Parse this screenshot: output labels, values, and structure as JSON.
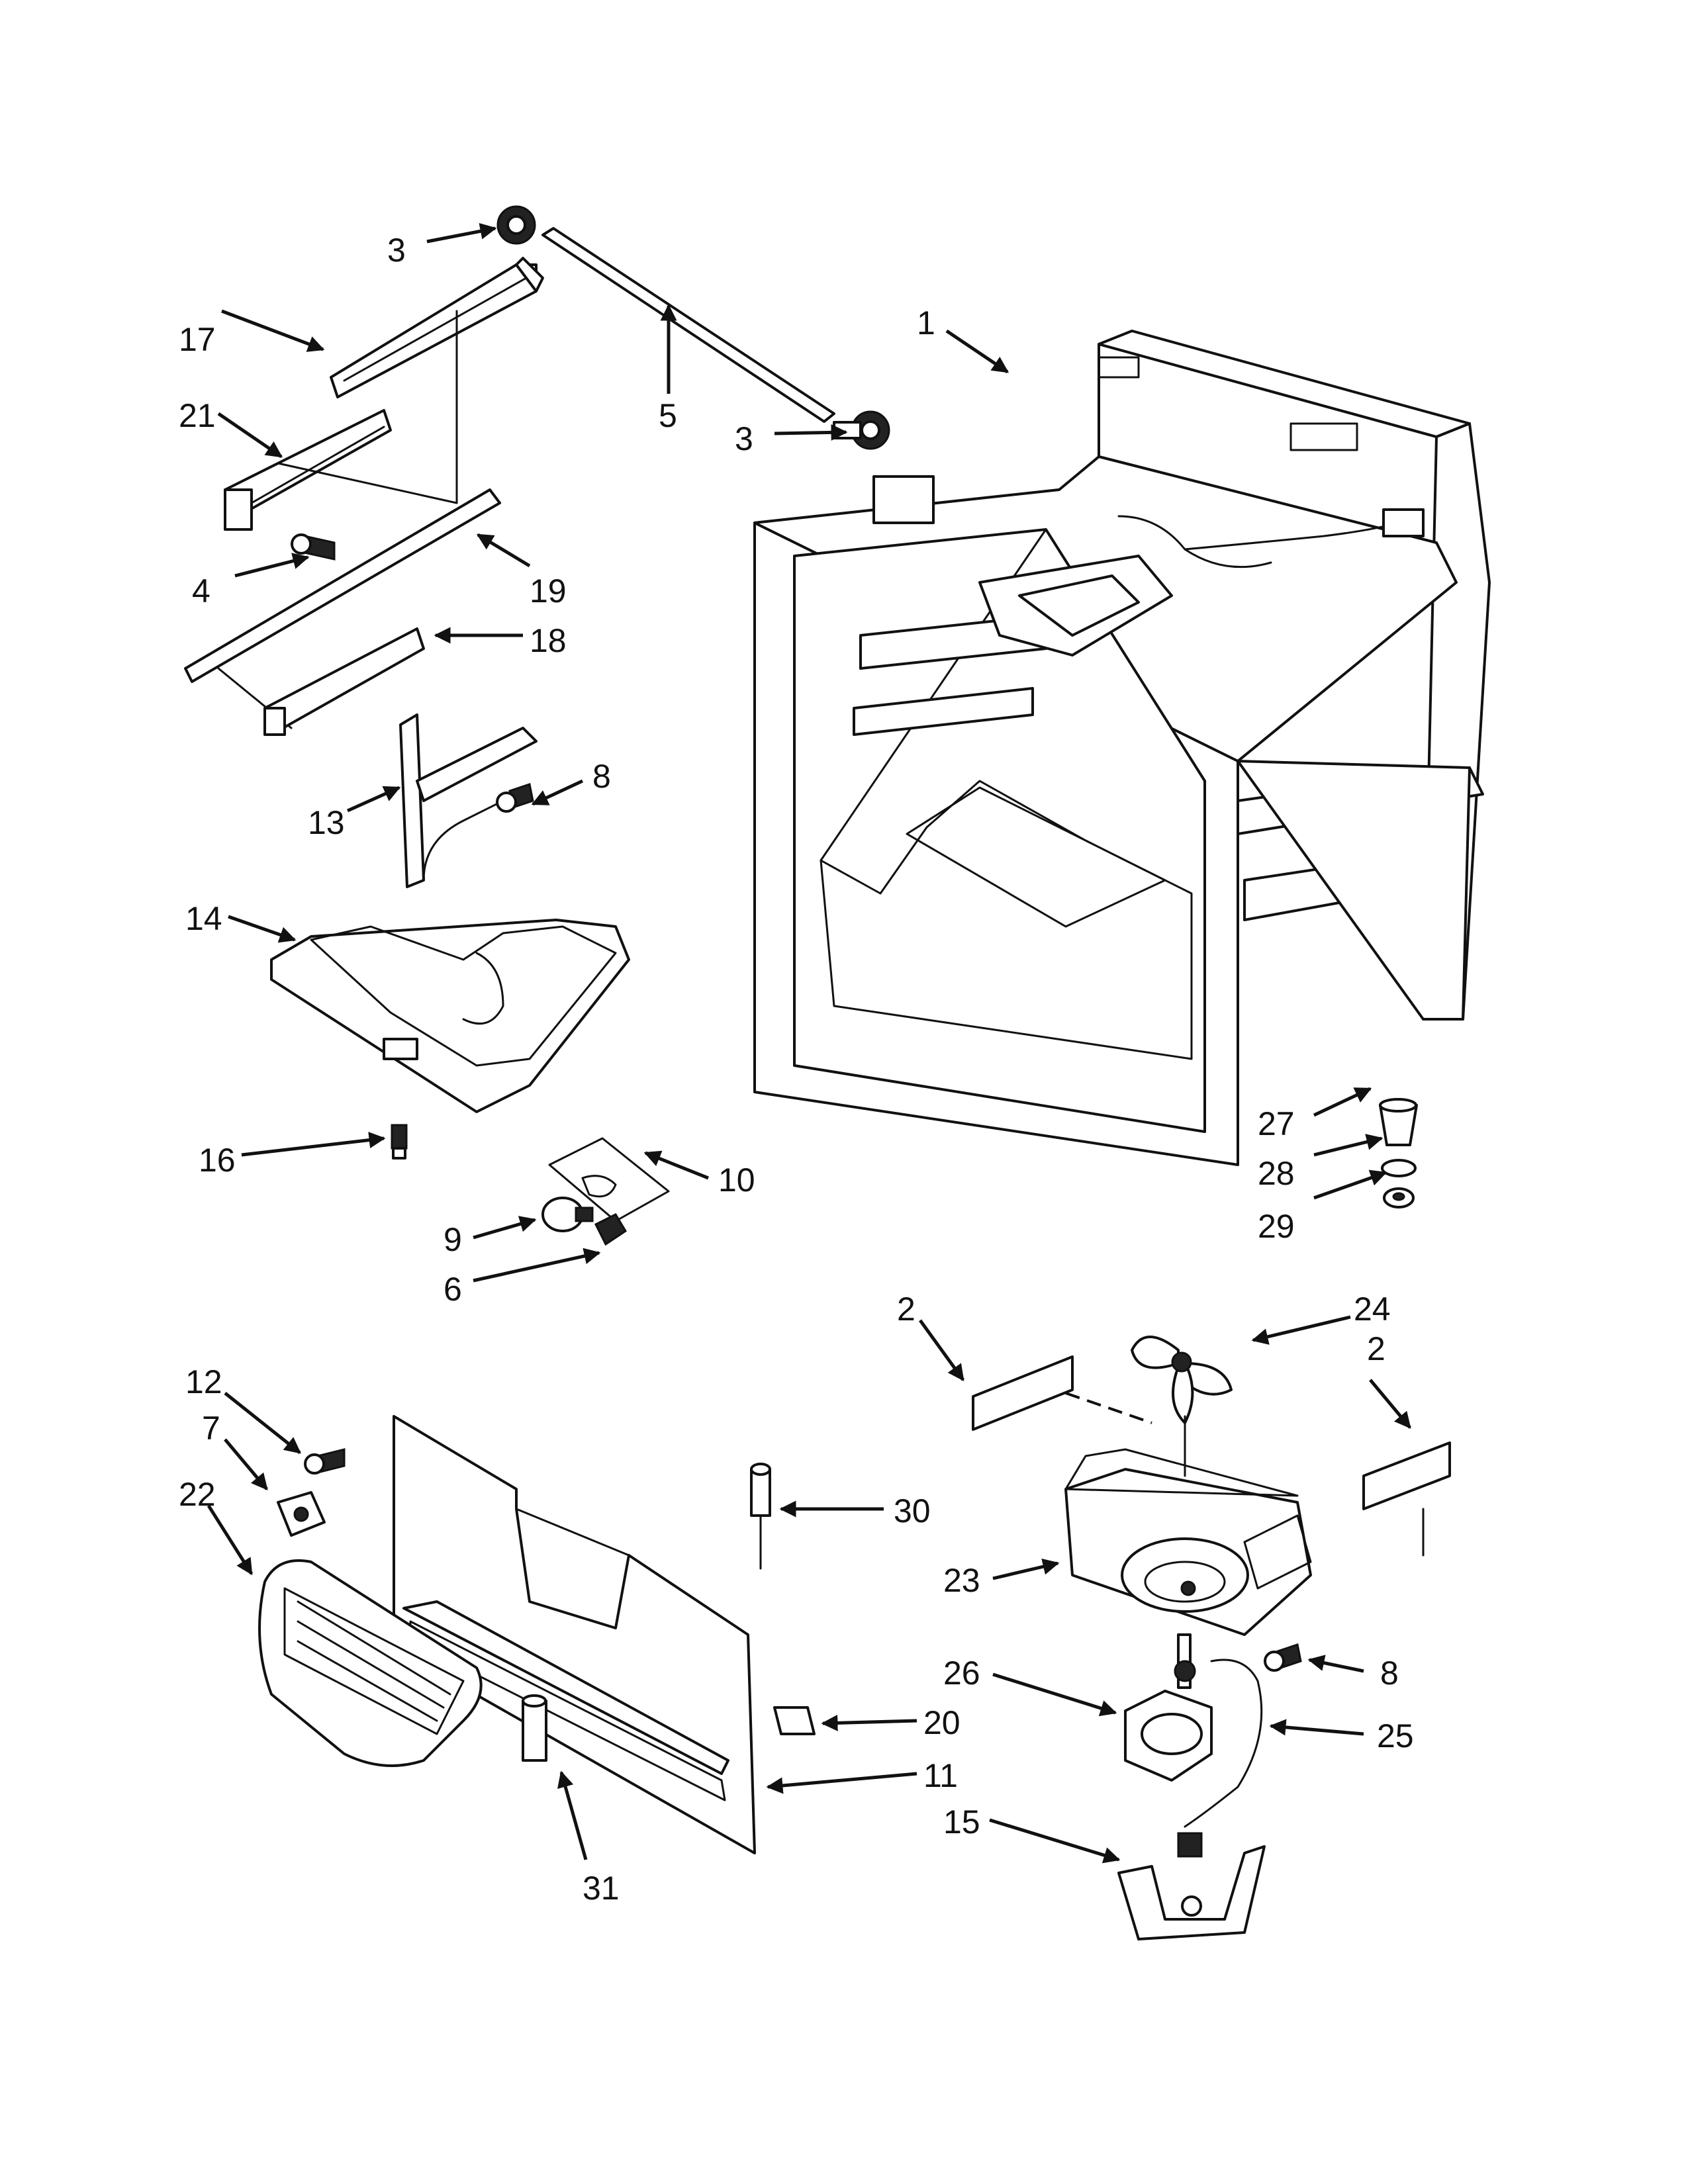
{
  "colors": {
    "ink": "#111111",
    "paper": "#ffffff"
  },
  "callouts": [
    {
      "id": "c1",
      "label": "1"
    },
    {
      "id": "c2a",
      "label": "2"
    },
    {
      "id": "c2b",
      "label": "2"
    },
    {
      "id": "c3a",
      "label": "3"
    },
    {
      "id": "c3b",
      "label": "3"
    },
    {
      "id": "c4",
      "label": "4"
    },
    {
      "id": "c5",
      "label": "5"
    },
    {
      "id": "c6",
      "label": "6"
    },
    {
      "id": "c7",
      "label": "7"
    },
    {
      "id": "c8a",
      "label": "8"
    },
    {
      "id": "c8b",
      "label": "8"
    },
    {
      "id": "c9",
      "label": "9"
    },
    {
      "id": "c10",
      "label": "10"
    },
    {
      "id": "c11",
      "label": "11"
    },
    {
      "id": "c12",
      "label": "12"
    },
    {
      "id": "c13",
      "label": "13"
    },
    {
      "id": "c14",
      "label": "14"
    },
    {
      "id": "c15",
      "label": "15"
    },
    {
      "id": "c16",
      "label": "16"
    },
    {
      "id": "c17",
      "label": "17"
    },
    {
      "id": "c18",
      "label": "18"
    },
    {
      "id": "c19",
      "label": "19"
    },
    {
      "id": "c20",
      "label": "20"
    },
    {
      "id": "c21",
      "label": "21"
    },
    {
      "id": "c22",
      "label": "22"
    },
    {
      "id": "c23",
      "label": "23"
    },
    {
      "id": "c24",
      "label": "24"
    },
    {
      "id": "c25",
      "label": "25"
    },
    {
      "id": "c26",
      "label": "26"
    },
    {
      "id": "c27",
      "label": "27"
    },
    {
      "id": "c28",
      "label": "28"
    },
    {
      "id": "c29",
      "label": "29"
    },
    {
      "id": "c30",
      "label": "30"
    },
    {
      "id": "c31",
      "label": "31"
    }
  ]
}
